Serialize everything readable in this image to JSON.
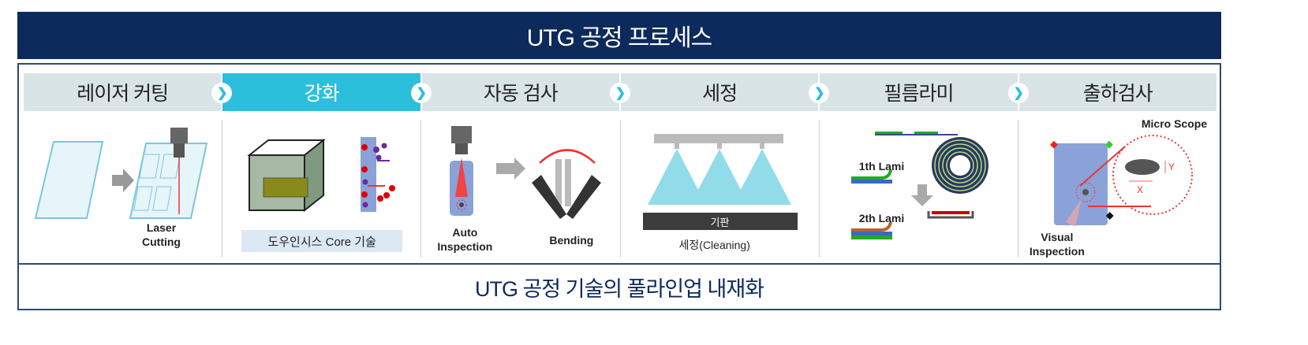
{
  "title": "UTG 공정 프로세스",
  "steps": [
    {
      "label": "레이저 커팅",
      "caption": "Laser\nCutting"
    },
    {
      "label": "강화",
      "caption": "도우인시스 Core 기술"
    },
    {
      "label": "자동 검사",
      "caption_a": "Auto\nInspection",
      "caption_b": "Bending"
    },
    {
      "label": "세정",
      "substrate": "기판",
      "caption": "세정(Cleaning)"
    },
    {
      "label": "필름라미",
      "caption_a": "1th Lami",
      "caption_b": "2th Lami"
    },
    {
      "label": "출하검사",
      "caption_a": "Micro Scope",
      "caption_b": "Visual\nInspection",
      "axis_x": "X",
      "axis_y": "Y"
    }
  ],
  "active_step": 1,
  "footer": "UTG 공정 기술의 풀라인업 내재화",
  "colors": {
    "title_bg": "#0d2a5c",
    "tab": "#d9e4e7",
    "active_tab": "#2bbfdc"
  }
}
